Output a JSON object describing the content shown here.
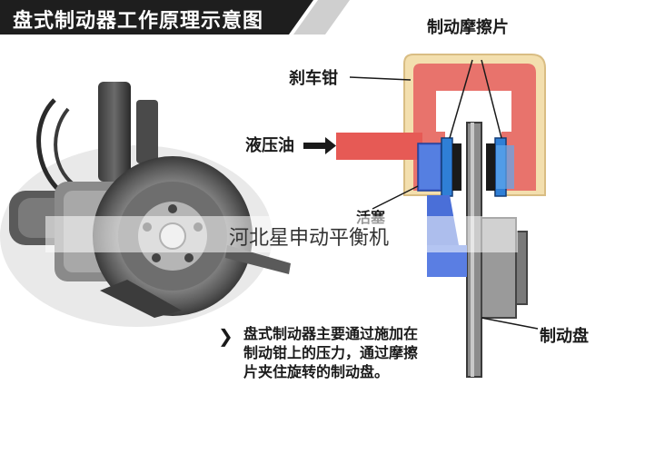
{
  "title": "盘式制动器工作原理示意图",
  "labels": {
    "pads": "制动摩擦片",
    "caliper": "刹车钳",
    "oil": "液压油",
    "piston": "活塞",
    "disc": "制动盘"
  },
  "description": {
    "lines": [
      "盘式制动器主要通过施加在",
      "制动钳上的压力，通过摩擦",
      "片夹住旋转的制动盘。"
    ]
  },
  "watermark": "河北星申动平衡机",
  "colors": {
    "title_bg": "#1e1e1e",
    "caliper_outer": "#f3dfae",
    "caliper_body": "#e8736c",
    "oil_arrow": "#e65a55",
    "pad_blue": "#2f7fd6",
    "piston_blue": "#4a6fd8",
    "disc_grey": "#8c8c8c"
  }
}
